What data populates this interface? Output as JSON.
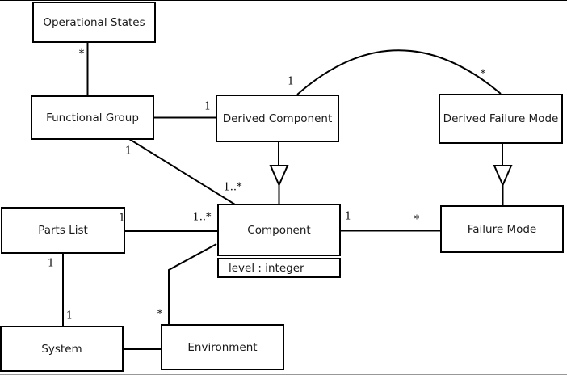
{
  "diagram": {
    "type": "uml-class-diagram",
    "colors": {
      "background": "#ffffff",
      "line": "#000000",
      "text": "#1a1a1a",
      "bottom_edge": "#999999"
    },
    "classes": [
      {
        "name": "Operational States"
      },
      {
        "name": "Functional Group"
      },
      {
        "name": "Derived Component"
      },
      {
        "name": "Derived Failure Mode"
      },
      {
        "name": "Parts List"
      },
      {
        "name": "Component",
        "attributes": [
          "level : integer"
        ]
      },
      {
        "name": "Failure Mode"
      },
      {
        "name": "System"
      },
      {
        "name": "Environment"
      }
    ],
    "relations": [
      {
        "from": "Operational States",
        "to": "Functional Group",
        "type": "association",
        "from_mult": "*"
      },
      {
        "from": "Functional Group",
        "to": "Derived Component",
        "type": "association",
        "to_mult": "1"
      },
      {
        "from": "Derived Component",
        "to": "Derived Failure Mode",
        "type": "association",
        "from_mult": "1",
        "to_mult": "*"
      },
      {
        "from": "Derived Component",
        "to": "Component",
        "type": "generalization",
        "arrow_points_to": "Component"
      },
      {
        "from": "Derived Failure Mode",
        "to": "Failure Mode",
        "type": "generalization",
        "arrow_points_to": "Failure Mode"
      },
      {
        "from": "Functional Group",
        "to": "Component",
        "type": "association",
        "from_mult": "1",
        "to_mult": "1..*"
      },
      {
        "from": "Parts List",
        "to": "Component",
        "type": "association",
        "from_mult": "1",
        "to_mult": "1..*"
      },
      {
        "from": "Component",
        "to": "Failure Mode",
        "type": "association",
        "from_mult": "1",
        "to_mult": "*"
      },
      {
        "from": "Parts List",
        "to": "System",
        "type": "association",
        "from_mult": "1",
        "to_mult": "1"
      },
      {
        "from": "System",
        "to": "Environment",
        "type": "association"
      },
      {
        "from": "Environment",
        "to": "Component",
        "type": "association",
        "from_mult": "*"
      }
    ]
  }
}
